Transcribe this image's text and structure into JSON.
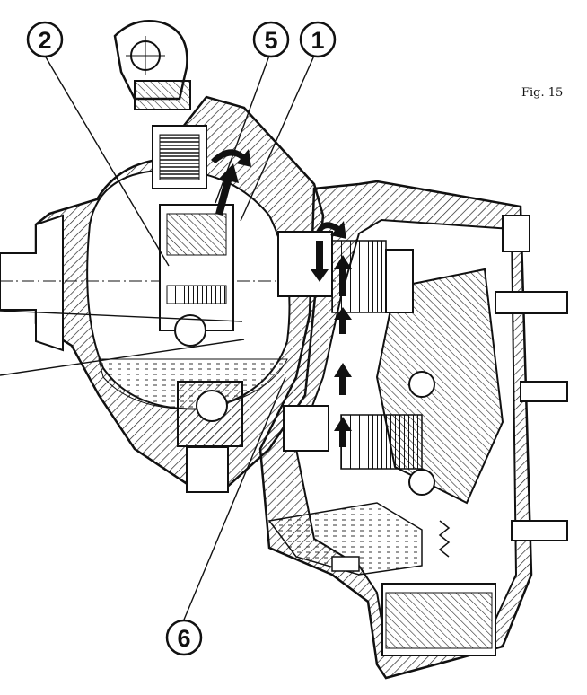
{
  "figure": {
    "caption": "Fig. 15",
    "callouts": [
      {
        "id": "2",
        "label": "2"
      },
      {
        "id": "5",
        "label": "5"
      },
      {
        "id": "1",
        "label": "1"
      },
      {
        "id": "6",
        "label": "6"
      }
    ]
  },
  "colors": {
    "ink": "#111111",
    "paper": "#ffffff",
    "hatch": "#222222"
  }
}
